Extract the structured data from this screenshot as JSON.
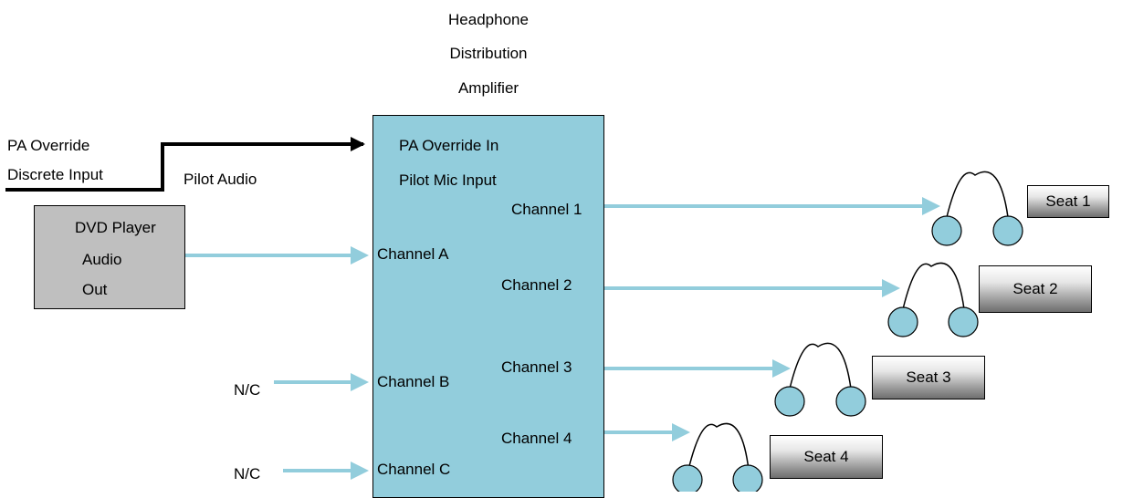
{
  "amplifier": {
    "title_lines": [
      "Headphone",
      "Distribution",
      "Amplifier"
    ],
    "inputs": {
      "pa_override_in": "PA Override In",
      "pilot_mic_input": "Pilot Mic Input",
      "channel_a": "Channel A",
      "channel_b": "Channel B",
      "channel_c": "Channel C"
    },
    "outputs": [
      "Channel 1",
      "Channel 2",
      "Channel 3",
      "Channel 4"
    ]
  },
  "pa_override": {
    "lines": [
      "PA Override",
      "Discrete Input"
    ]
  },
  "pilot_audio": "Pilot Audio",
  "dvd_player": {
    "lines": [
      "DVD Player",
      "Audio",
      "Out"
    ]
  },
  "not_connected": [
    "N/C",
    "N/C"
  ],
  "seats": [
    "Seat 1",
    "Seat 2",
    "Seat 3",
    "Seat 4"
  ],
  "colors": {
    "amplifier_fill": "#92cddc",
    "signal_line": "#92cddc",
    "control_line": "#000000",
    "dvd_fill": "#bfbfbf"
  }
}
